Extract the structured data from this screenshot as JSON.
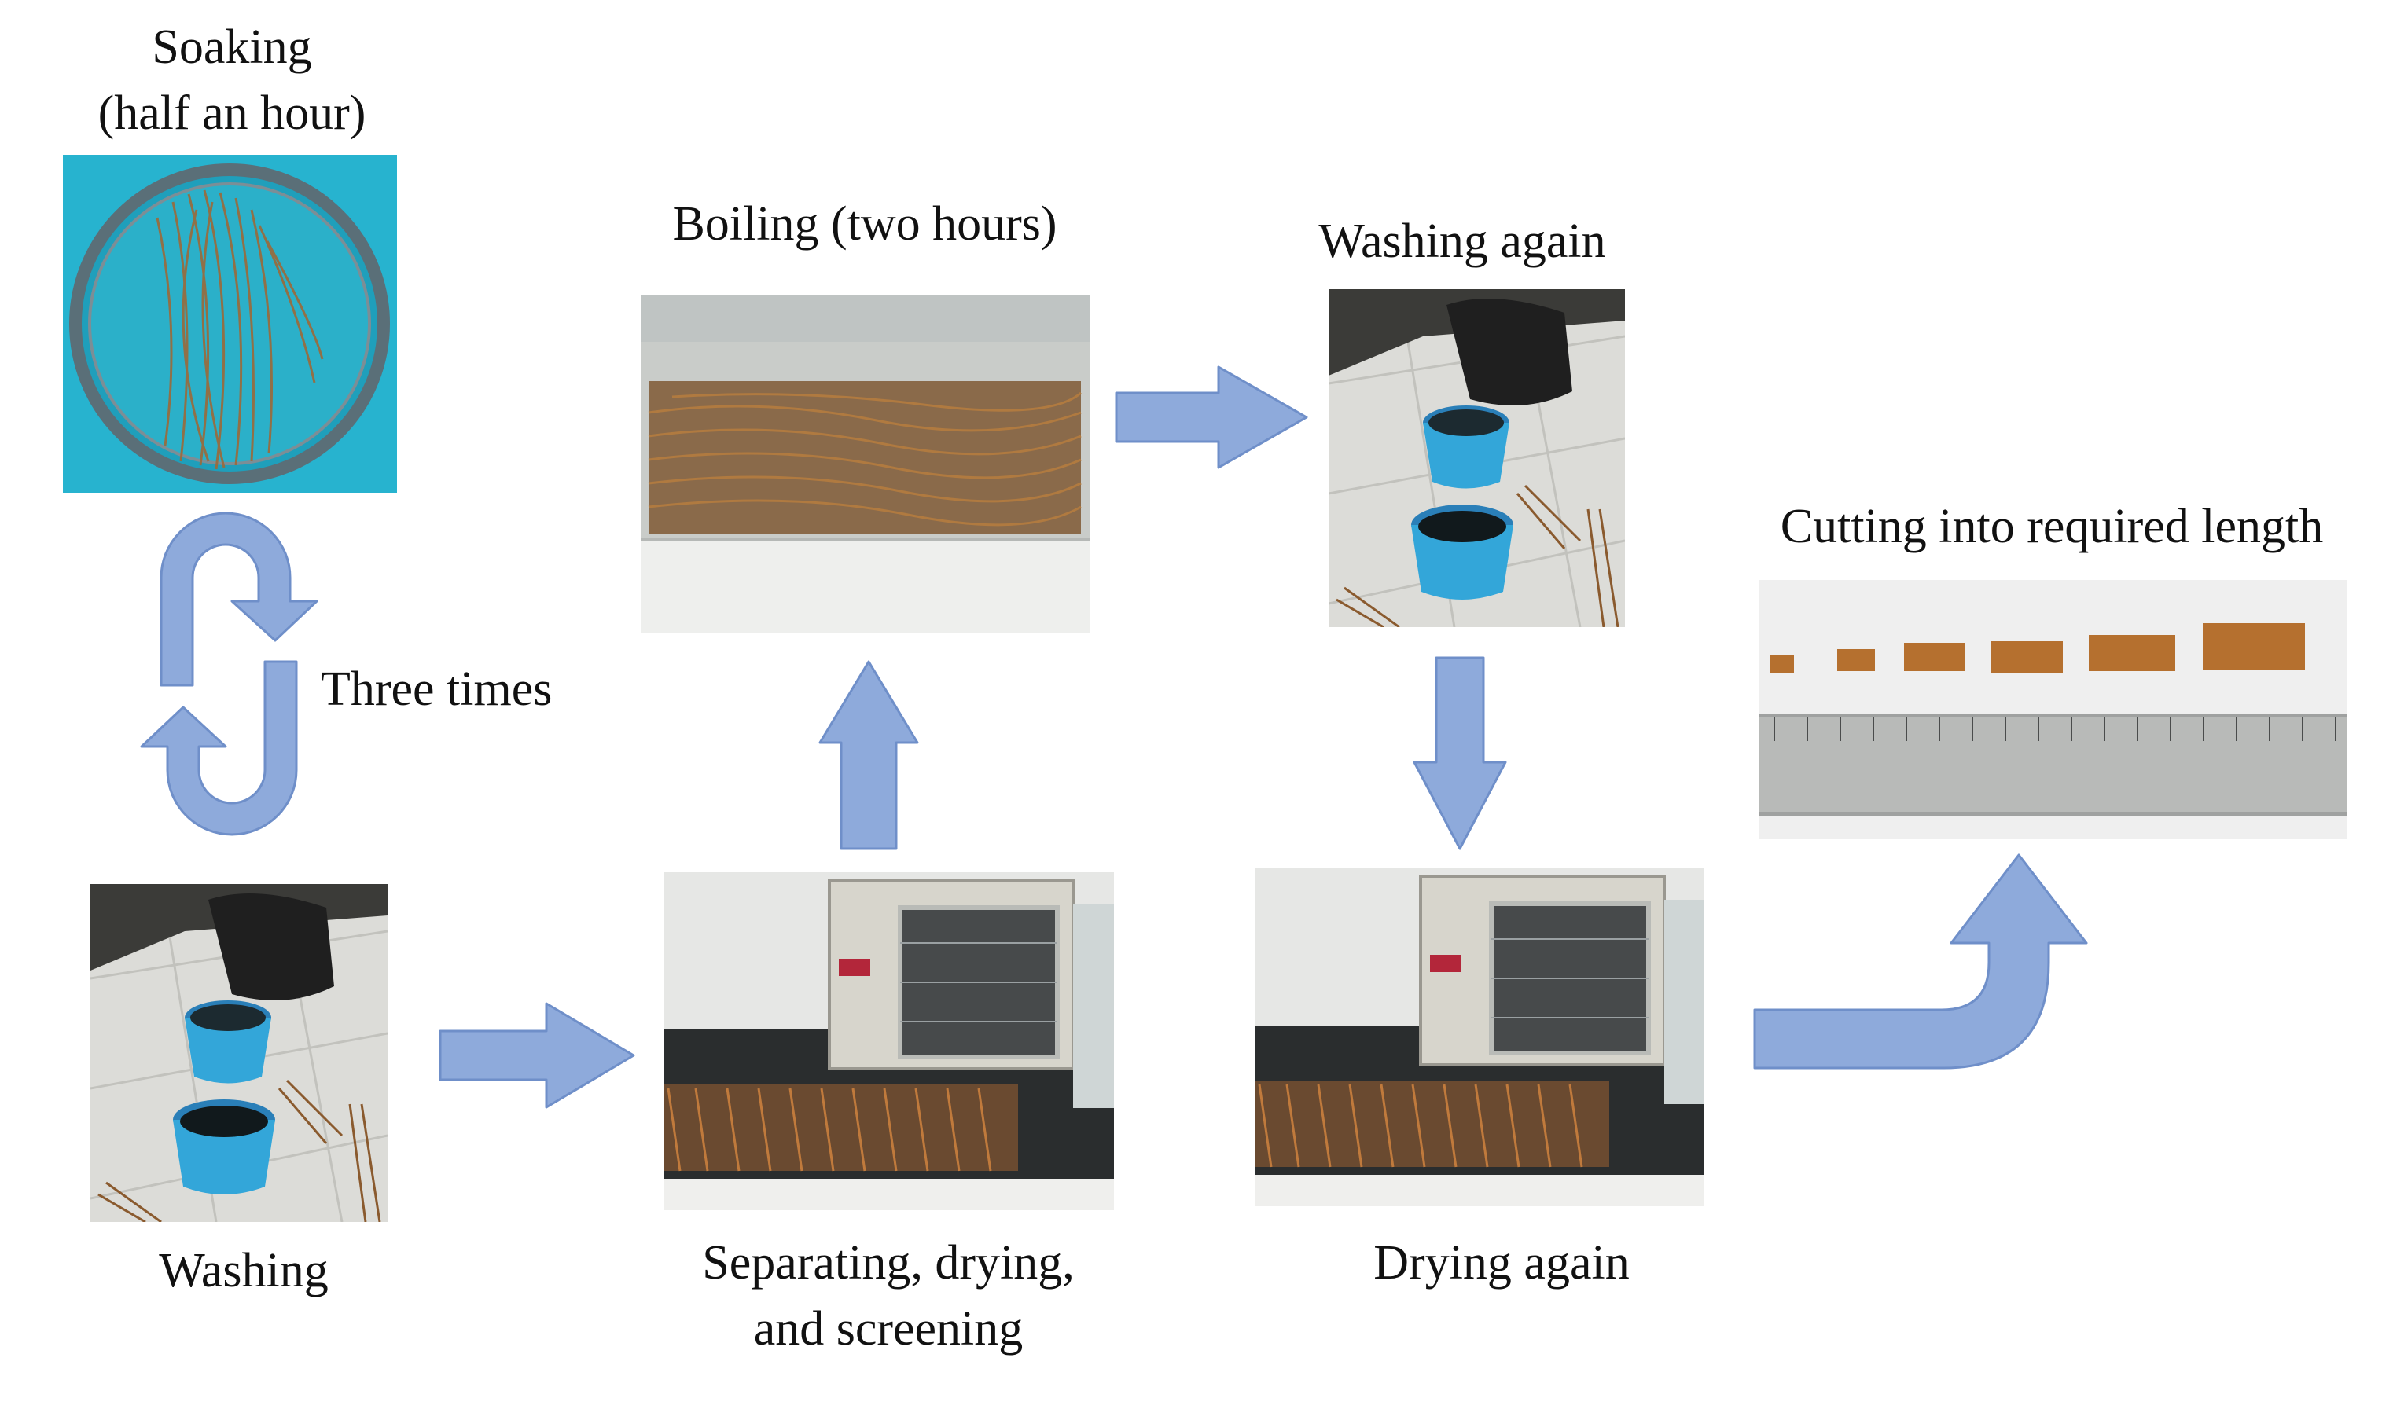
{
  "steps": {
    "soaking_line1": "Soaking",
    "soaking_line2": "(half an hour)",
    "three_times": "Three times",
    "washing": "Washing",
    "separating_line1": "Separating, drying,",
    "separating_line2": "and screening",
    "boiling": "Boiling (two hours)",
    "washing_again": "Washing again",
    "drying_again": "Drying again",
    "cutting": "Cutting into required length"
  },
  "colors": {
    "arrow_fill": "#8eaadb",
    "arrow_stroke": "#6f8fc9"
  }
}
